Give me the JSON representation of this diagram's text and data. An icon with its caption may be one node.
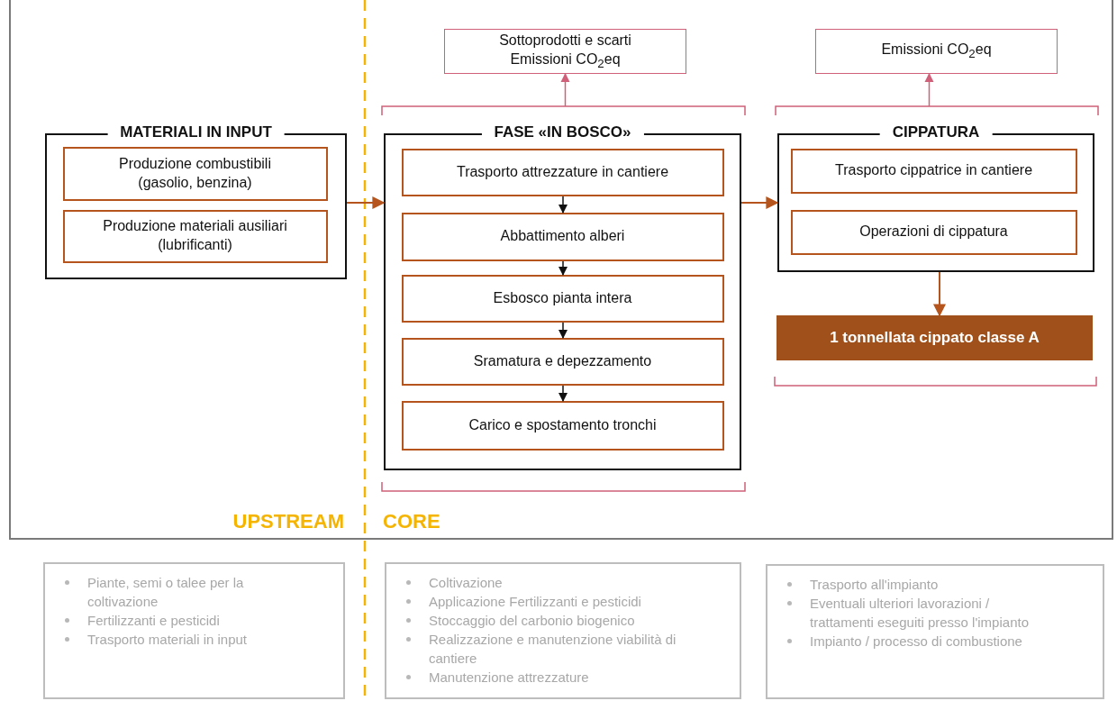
{
  "diagram": {
    "nodes": [
      {
        "text": [
          "MATERIALI IN INPUT"
        ]
      },
      {
        "text": [
          "Produzione combustibili (gasolio, benzina)"
        ],
        "in": 0
      },
      {
        "text": [
          "Produzione materiali ausiliari (lubrificanti)"
        ],
        "in": 0
      },
      {
        "text": [
          "FASE «IN BOSCO»"
        ]
      },
      {
        "text": [
          "Trasporto attrezzature in cantiere"
        ],
        "in": 3
      },
      {
        "text": [
          "Abbattimento alberi"
        ],
        "in": 3
      },
      {
        "text": [
          "Esbosco pianta intera"
        ],
        "in": 3
      },
      {
        "text": [
          "Sramatura e depezzamento"
        ],
        "in": 3
      },
      {
        "text": [
          "Carico e spostamento tronchi"
        ],
        "in": 3
      },
      {
        "text": [
          "CIPPATURA"
        ]
      },
      {
        "text": [
          "Trasporto cippatrice in cantiere"
        ],
        "in": 9
      },
      {
        "text": [
          "Operazioni di cippatura"
        ],
        "in": 9
      },
      {
        "text": [
          "1 tonnellata cippato classe A"
        ]
      },
      {
        "text": [
          "Sottoprodotti e scarti",
          "Emissioni CO$_{2}$eq"
        ]
      },
      {
        "text": [
          "Emissioni CO$_{2}$eq"
        ]
      },
      {
        "text": [
          "Piante, semi o talee per la coltivazione",
          "Fertilizzanti e pesticidi",
          "Trasporto materiali in input"
        ]
      },
      {
        "text": [
          "Coltivazione",
          "Applicazione Fertilizzanti e pesticidi",
          "Stoccaggio del carbonio biogenico",
          "Realizzazione e manutenzione viabilità di cantiere",
          "Manutenzione attrezzature"
        ]
      },
      {
        "text": [
          "Trasporto all'impianto",
          "Eventuali ulteriori lavorazioni / trattamenti eseguiti presso l'impianto",
          "Impianto / processo di combustione"
        ]
      }
    ],
    "edges": [
      {
        "from": 0,
        "to": 3,
        "arrow": "to",
        "color": "#b5541c"
      },
      {
        "from": 3,
        "to": 9,
        "arrow": "to",
        "color": "#b5541c"
      },
      {
        "from": 4,
        "to": 5,
        "arrow": "to"
      },
      {
        "from": 5,
        "to": 6,
        "arrow": "to"
      },
      {
        "from": 6,
        "to": 7,
        "arrow": "to"
      },
      {
        "from": 7,
        "to": 8,
        "arrow": "to"
      },
      {
        "from": 9,
        "to": 12,
        "arrow": "to",
        "color": "#b5541c"
      },
      {
        "from": 3,
        "to": 13,
        "arrow": "to",
        "color": "#d0607a"
      },
      {
        "from": 9,
        "to": 14,
        "arrow": "to",
        "color": "#d0607a"
      }
    ],
    "labels": [
      "UPSTREAM",
      "CORE"
    ]
  }
}
